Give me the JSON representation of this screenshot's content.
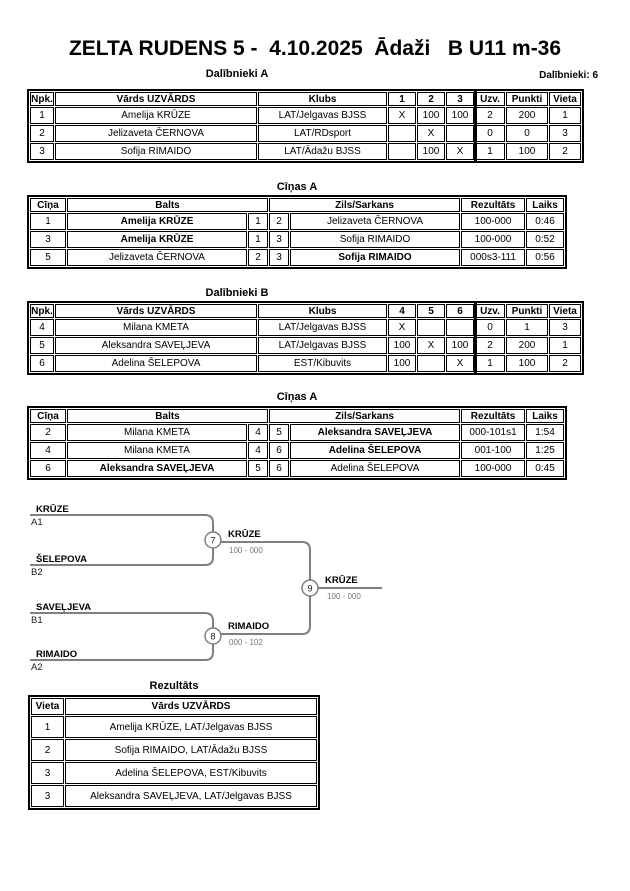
{
  "header": {
    "title": "ZELTA RUDENS 5 -  4.10.2025  Ādaži   B U11 m-36",
    "participants_total": "Dalībnieki: 6"
  },
  "sections": {
    "group_a": "Dalībnieki A",
    "fights_a": "Cīņas A",
    "group_b": "Dalībnieki B",
    "fights_b": "Cīņas A",
    "results": "Rezultāts"
  },
  "participants_headers": {
    "npk": "Npk.",
    "name": "Vārds UZVĀRDS",
    "club": "Klubs",
    "wins": "Uzv.",
    "points": "Punkti",
    "place": "Vieta"
  },
  "participants_a": {
    "round_cols": [
      "1",
      "2",
      "3"
    ],
    "rows": [
      {
        "npk": "1",
        "name": "Amelija KRŪZE",
        "club": "LAT/Jelgavas BJSS",
        "r1": "X",
        "r2": "100",
        "r3": "100",
        "wins": "2",
        "points": "200",
        "place": "1"
      },
      {
        "npk": "2",
        "name": "Jelizaveta ČERNOVA",
        "club": "LAT/RDsport",
        "r1": "",
        "r2": "X",
        "r3": "",
        "wins": "0",
        "points": "0",
        "place": "3"
      },
      {
        "npk": "3",
        "name": "Sofija RIMAIDO",
        "club": "LAT/Ādažu BJSS",
        "r1": "",
        "r2": "100",
        "r3": "X",
        "wins": "1",
        "points": "100",
        "place": "2"
      }
    ]
  },
  "participants_b": {
    "round_cols": [
      "4",
      "5",
      "6"
    ],
    "rows": [
      {
        "npk": "4",
        "name": "Milana KMETA",
        "club": "LAT/Jelgavas BJSS",
        "r1": "X",
        "r2": "",
        "r3": "",
        "wins": "0",
        "points": "1",
        "place": "3"
      },
      {
        "npk": "5",
        "name": "Aleksandra SAVEĻJEVA",
        "club": "LAT/Jelgavas BJSS",
        "r1": "100",
        "r2": "X",
        "r3": "100",
        "wins": "2",
        "points": "200",
        "place": "1"
      },
      {
        "npk": "6",
        "name": "Adelina ŠELEPOVA",
        "club": "EST/Kibuvits",
        "r1": "100",
        "r2": "",
        "r3": "X",
        "wins": "1",
        "points": "100",
        "place": "2"
      }
    ]
  },
  "fights_headers": {
    "fight": "Cīņa",
    "white": "Balts",
    "blue": "Zils/Sarkans",
    "result": "Rezultāts",
    "time": "Laiks"
  },
  "fights_a": {
    "rows": [
      {
        "fight": "1",
        "white": "Amelija KRŪZE",
        "white_win": true,
        "wn": "1",
        "bn": "2",
        "blue": "Jelizaveta ČERNOVA",
        "blue_win": false,
        "result": "100-000",
        "time": "0:46"
      },
      {
        "fight": "3",
        "white": "Amelija KRŪZE",
        "white_win": true,
        "wn": "1",
        "bn": "3",
        "blue": "Sofija RIMAIDO",
        "blue_win": false,
        "result": "100-000",
        "time": "0:52"
      },
      {
        "fight": "5",
        "white": "Jelizaveta ČERNOVA",
        "white_win": false,
        "wn": "2",
        "bn": "3",
        "blue": "Sofija RIMAIDO",
        "blue_win": true,
        "result": "000s3-111",
        "time": "0:56"
      }
    ]
  },
  "fights_b": {
    "rows": [
      {
        "fight": "2",
        "white": "Milana KMETA",
        "white_win": false,
        "wn": "4",
        "bn": "5",
        "blue": "Aleksandra SAVEĻJEVA",
        "blue_win": true,
        "result": "000-101s1",
        "time": "1:54"
      },
      {
        "fight": "4",
        "white": "Milana KMETA",
        "white_win": false,
        "wn": "4",
        "bn": "6",
        "blue": "Adelina ŠELEPOVA",
        "blue_win": true,
        "result": "001-100",
        "time": "1:25"
      },
      {
        "fight": "6",
        "white": "Aleksandra SAVEĻJEVA",
        "white_win": true,
        "wn": "5",
        "bn": "6",
        "blue": "Adelina ŠELEPOVA",
        "blue_win": false,
        "result": "100-000",
        "time": "0:45"
      }
    ]
  },
  "bracket": {
    "slots": [
      {
        "seed": "A1",
        "name": "KRŪZE"
      },
      {
        "seed": "B2",
        "name": "ŠELEPOVA"
      },
      {
        "seed": "B1",
        "name": "SAVEĻJEVA"
      },
      {
        "seed": "A2",
        "name": "RIMAIDO"
      }
    ],
    "matches": [
      {
        "number": "7",
        "winner": "KRŪZE",
        "score": "100 - 000"
      },
      {
        "number": "8",
        "winner": "RIMAIDO",
        "score": "000 - 102"
      },
      {
        "number": "9",
        "winner": "KRŪZE",
        "score": "100 - 000"
      }
    ]
  },
  "results": {
    "headers": {
      "place": "Vieta",
      "name": "Vārds UZVĀRDS"
    },
    "rows": [
      {
        "place": "1",
        "name": "Amelija KRŪZE, LAT/Jelgavas BJSS"
      },
      {
        "place": "2",
        "name": "Sofija RIMAIDO, LAT/Ādažu BJSS"
      },
      {
        "place": "3",
        "name": "Adelina ŠELEPOVA, EST/Kibuvits"
      },
      {
        "place": "3",
        "name": "Aleksandra SAVEĻJEVA, LAT/Jelgavas BJSS"
      }
    ]
  }
}
